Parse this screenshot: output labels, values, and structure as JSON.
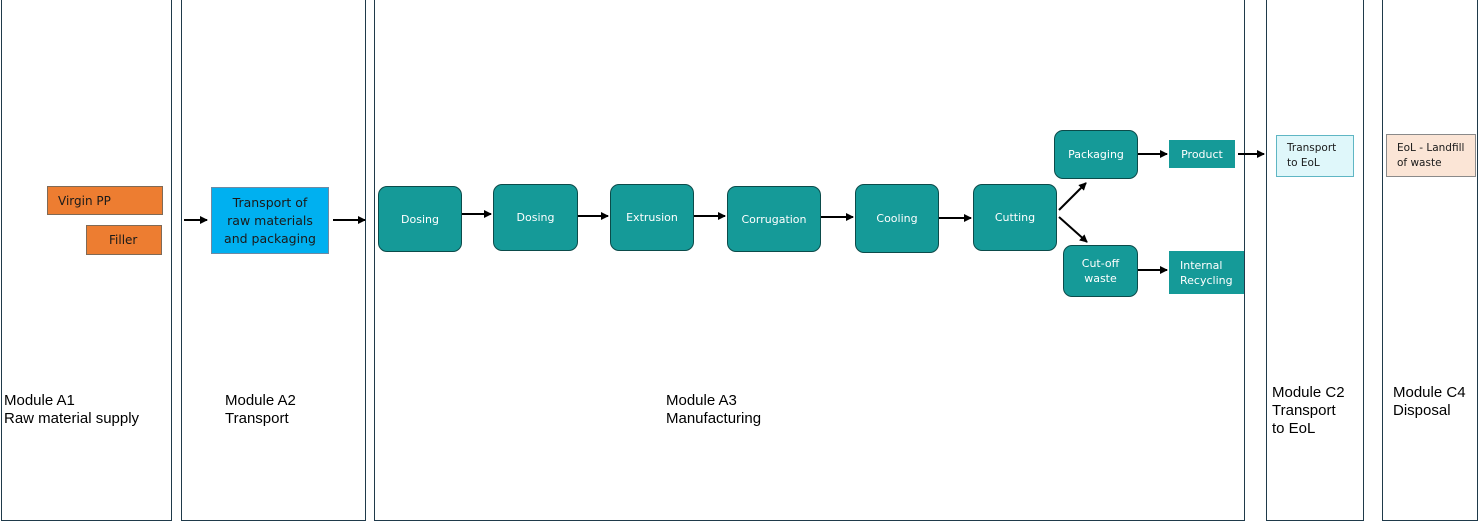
{
  "modules": {
    "a1": {
      "line1": "Module A1",
      "line2": "Raw material supply"
    },
    "a2": {
      "line1": "Module A2",
      "line2": "Transport"
    },
    "a3": {
      "line1": "Module A3",
      "line2": "Manufacturing"
    },
    "c2": {
      "line1": "Module C2",
      "line2": "Transport",
      "line3": "to EoL"
    },
    "c4": {
      "line1": "Module C4",
      "line2": "Disposal"
    }
  },
  "nodes": {
    "virgin_pp": "Virgin PP",
    "filler": "Filler",
    "transport_raw": "Transport of\nraw materials\nand packaging",
    "dosing_1": "Dosing",
    "dosing_2": "Dosing",
    "extrusion": "Extrusion",
    "corrugation": "Corrugation",
    "cooling": "Cooling",
    "cutting": "Cutting",
    "packaging": "Packaging",
    "product": "Product",
    "cut_off_waste": "Cut-off\nwaste",
    "internal_recycling": "Internal\nRecycling",
    "transport_eol": "Transport\nto EoL",
    "eol_landfill": "EoL - Landfill\nof waste"
  },
  "colors": {
    "raw_material": "#ed7d31",
    "transport": "#00b0f0",
    "process": "#159a98",
    "eol_transport": "#dff7fa",
    "disposal": "#fbe5d6",
    "panel_border": "#1f3a4a"
  }
}
